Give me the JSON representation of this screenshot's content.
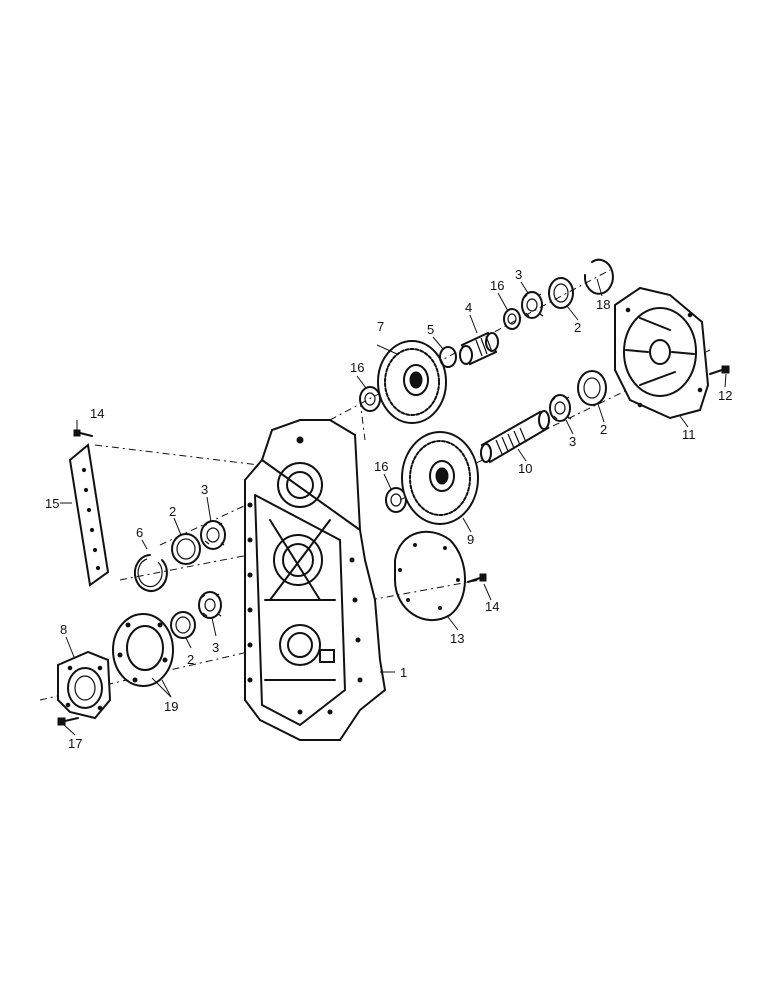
{
  "callouts": {
    "c1": "1",
    "c2a": "2",
    "c2b": "2",
    "c2c": "2",
    "c2d": "2",
    "c3a": "3",
    "c3b": "3",
    "c3c": "3",
    "c3d": "3",
    "c4": "4",
    "c5": "5",
    "c6": "6",
    "c7": "7",
    "c8": "8",
    "c9": "9",
    "c10": "10",
    "c11": "11",
    "c12": "12",
    "c13": "13",
    "c14a": "14",
    "c14b": "14",
    "c15": "15",
    "c16a": "16",
    "c16b": "16",
    "c16c": "16",
    "c17": "17",
    "c18": "18",
    "c19": "19"
  }
}
